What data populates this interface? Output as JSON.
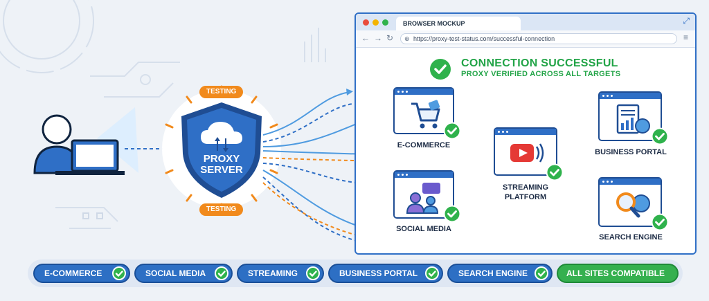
{
  "browser": {
    "tab_title": "BROWSER MOCKUP",
    "url": "https://proxy-test-status.com/successful-connection",
    "expand_icon": "expand-icon",
    "menu_icon": "hamburger-menu-icon",
    "dot_colors": [
      "#e94b3c",
      "#f4b400",
      "#2fb24c"
    ]
  },
  "status": {
    "title": "CONNECTION SUCCESSFUL",
    "subtitle": "PROXY VERIFIED ACROSS ALL TARGETS",
    "color": "#22a447"
  },
  "proxy": {
    "line1": "PROXY",
    "line2": "SERVER",
    "badge_top": "TESTING",
    "badge_bottom": "TESTING",
    "shield_color": "#2f6fc6",
    "badge_color": "#f18a1c"
  },
  "targets": {
    "ecommerce": "E-COMMERCE",
    "social": "SOCIAL MEDIA",
    "streaming_line1": "STREAMING",
    "streaming_line2": "PLATFORM",
    "business": "BUSINESS PORTAL",
    "search": "SEARCH ENGINE"
  },
  "pills": [
    {
      "label": "E-COMMERCE",
      "style": "blue"
    },
    {
      "label": "SOCIAL MEDIA",
      "style": "blue"
    },
    {
      "label": "STREAMING",
      "style": "blue"
    },
    {
      "label": "BUSINESS PORTAL",
      "style": "blue"
    },
    {
      "label": "SEARCH ENGINE",
      "style": "blue"
    },
    {
      "label": "ALL SITES COMPATIBLE",
      "style": "green"
    }
  ],
  "colors": {
    "accent_blue": "#2f6fc6",
    "accent_orange": "#f18a1c",
    "success_green": "#2fb24c",
    "background": "#eef2f7"
  }
}
